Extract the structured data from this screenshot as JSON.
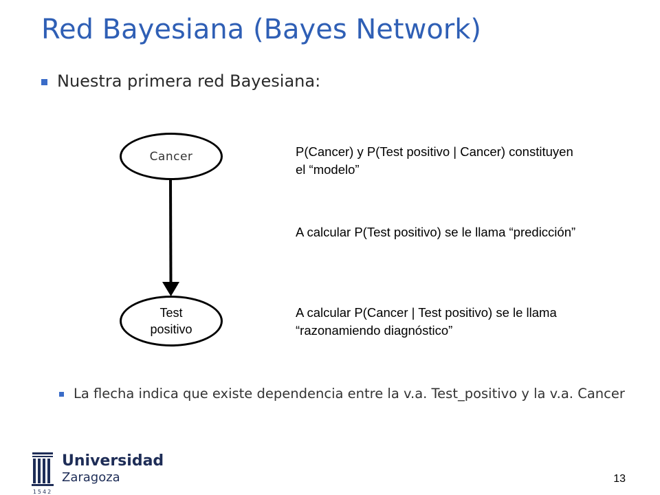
{
  "slide": {
    "title": "Red Bayesiana (Bayes Network)",
    "bullet_main": "Nuestra primera red Bayesiana:",
    "bullet_sub": "La flecha indica que existe dependencia entre la v.a. Test_positivo y la v.a. Cancer",
    "page_number": "13"
  },
  "diagram": {
    "node_cancer": "Cancer",
    "node_test": "Test positivo",
    "note_model": "P(Cancer) y P(Test positivo | Cancer) constituyen el “modelo”",
    "note_prediction": "A calcular P(Test positivo) se le llama “predicción”",
    "note_diagnosis": "A calcular P(Cancer | Test positivo) se le llama “razonamiendo diagnóstico”"
  },
  "logo": {
    "name_line1": "Universidad",
    "name_line2": "Zaragoza",
    "year": "1542",
    "brand_color": "#1e2d57"
  },
  "theme": {
    "title_color": "#2f5fb5",
    "bullet_color": "#3a6cc8"
  }
}
